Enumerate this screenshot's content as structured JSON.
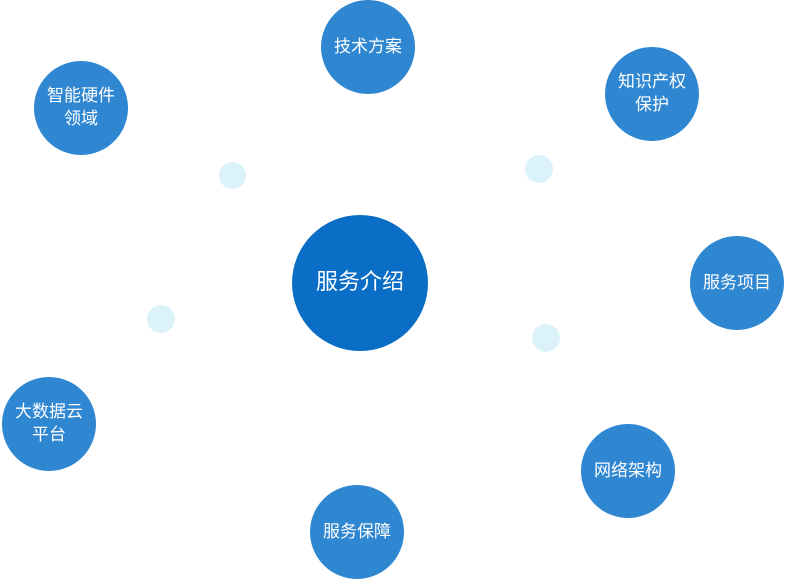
{
  "center": {
    "label": "服务介绍"
  },
  "nodes": [
    {
      "id": "tech-solution",
      "label": "技术方案"
    },
    {
      "id": "ip-protection",
      "label": "知识产权\n保护"
    },
    {
      "id": "service-projects",
      "label": "服务项目"
    },
    {
      "id": "network-architecture",
      "label": "网络架构"
    },
    {
      "id": "service-guarantee",
      "label": "服务保障"
    },
    {
      "id": "bigdata-cloud",
      "label": "大数据云\n平台"
    },
    {
      "id": "smart-hardware",
      "label": "智能硬件\n领域"
    }
  ],
  "colors": {
    "center": "#0a6dc6",
    "node": "#2f86d1",
    "dot": "#dcf2fb",
    "text": "#ffffff"
  }
}
